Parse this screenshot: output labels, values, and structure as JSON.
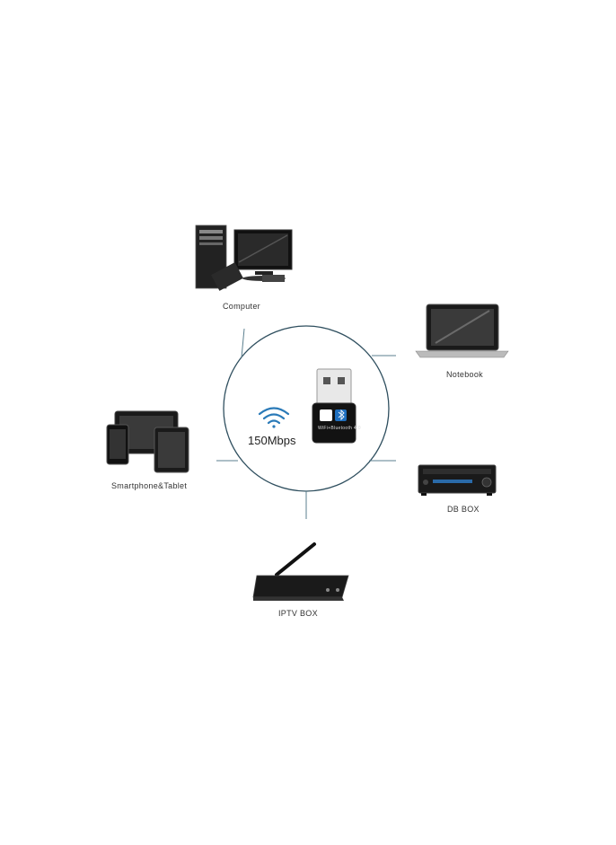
{
  "hub": {
    "speed": "150Mbps",
    "dongle_label": "WiFi+Bluetooth 4.0",
    "icons": [
      "wifi-icon",
      "bluetooth-icon"
    ]
  },
  "devices": {
    "computer": "Computer",
    "notebook": "Notebook",
    "smartphone_tablet": "Smartphone&Tablet",
    "db_box": "DB BOX",
    "iptv_box": "IPTV BOX"
  },
  "colors": {
    "circle": "#2f4f5f",
    "connector": "#5b7f8f",
    "device": "#1a1a1a",
    "accent": "#2a7ab8"
  }
}
